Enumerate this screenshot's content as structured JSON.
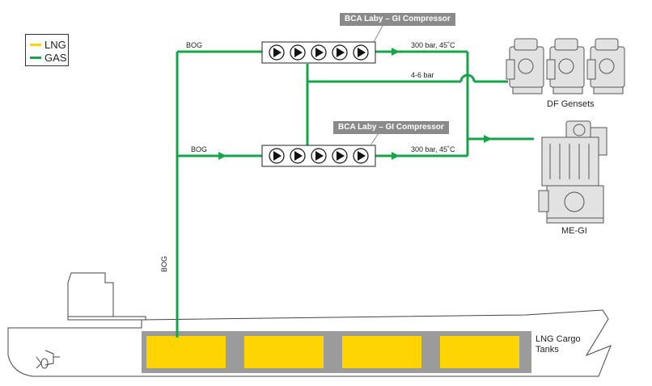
{
  "legend": [
    {
      "label": "LNG",
      "color": "#ffd400"
    },
    {
      "label": "GAS",
      "color": "#16a34a"
    }
  ],
  "compressors": [
    {
      "tag": "BCA Laby – GI Compressor",
      "inlet": "BOG",
      "outlet": "300 bar, 45˚C"
    },
    {
      "tag": "BCA Laby – GI Compressor",
      "inlet": "BOG",
      "outlet": "300 bar, 45˚C"
    }
  ],
  "pipes": {
    "riser_label": "BOG",
    "gensets_feed": "4-6 bar"
  },
  "consumers": {
    "gensets": "DF Gensets",
    "engine": "ME-GI"
  },
  "tanks": {
    "label_line1": "LNG Cargo",
    "label_line2": "Tanks",
    "count": 4
  },
  "colors": {
    "gas": "#16a34a",
    "lng": "#ffd400",
    "tank_frame": "#9b9b9b",
    "tag": "#8a8a8a"
  }
}
